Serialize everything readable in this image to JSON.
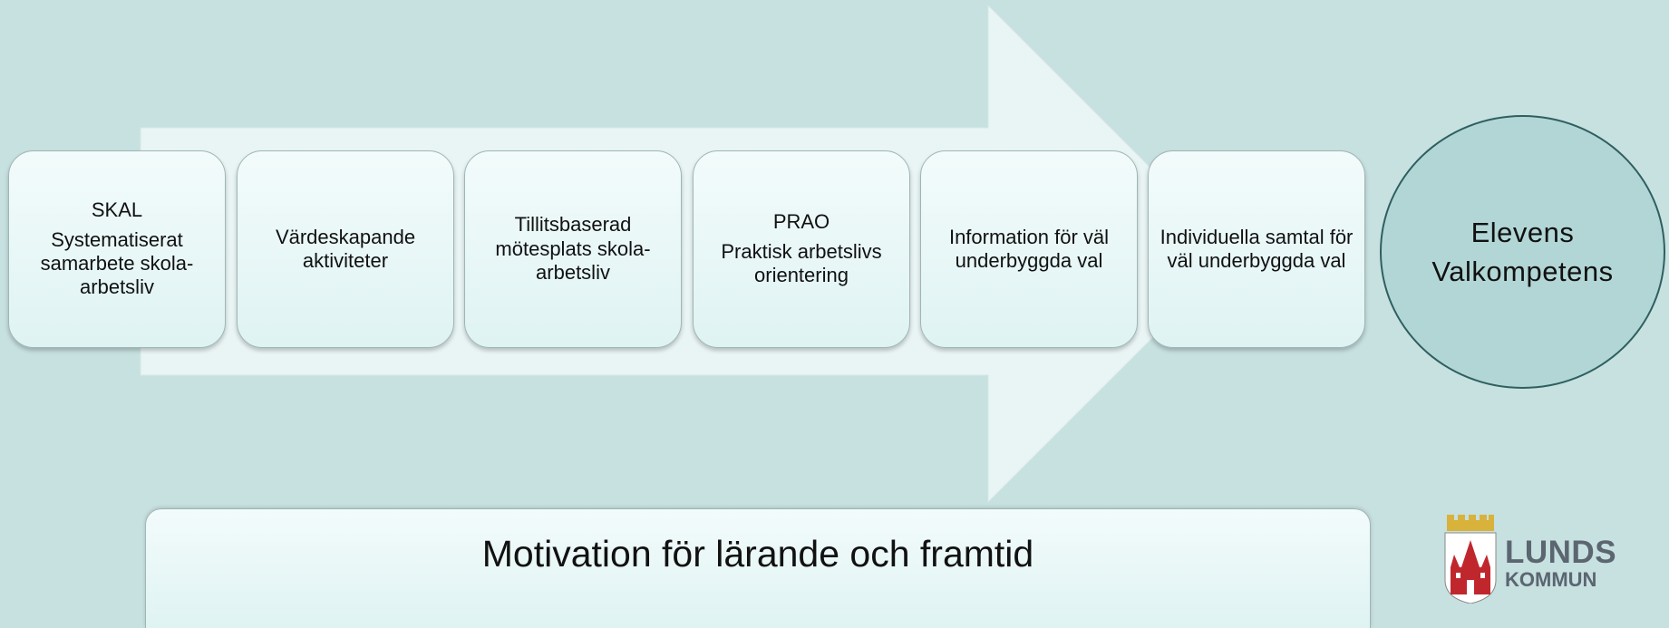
{
  "steps": [
    {
      "title": "SKAL",
      "text": "Systematiserat samarbete skola-arbetsliv"
    },
    {
      "title": "",
      "text": "Värdeskapande aktiviteter"
    },
    {
      "title": "",
      "text": "Tillitsbaserad mötesplats skola-arbetsliv"
    },
    {
      "title": "PRAO",
      "text": "Praktisk arbetslivs orientering"
    },
    {
      "title": "",
      "text": "Information för väl underbyggda val"
    },
    {
      "title": "",
      "text": "Individuella samtal för väl underbyggda val"
    }
  ],
  "goal": {
    "line1": "Elevens",
    "line2": "Valkompetens"
  },
  "foundation": "Motivation för lärande och framtid",
  "logo": {
    "line1": "LUNDS",
    "line2": "KOMMUN"
  },
  "colors": {
    "background": "#c7e0e0",
    "arrow": "#e8f3f3",
    "circle": "#b2d6d6",
    "logo_red": "#c0272d"
  }
}
